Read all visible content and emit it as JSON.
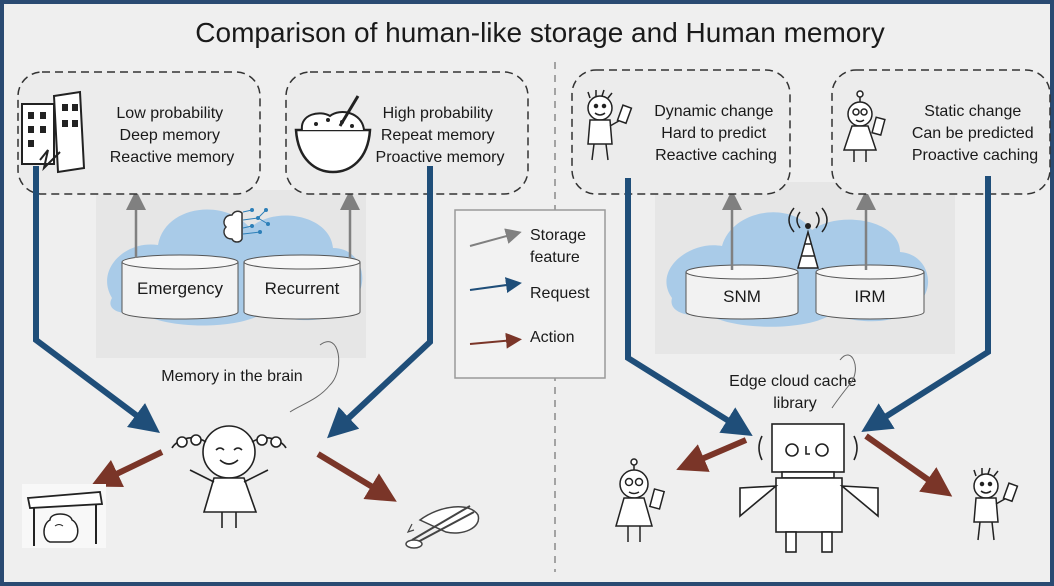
{
  "title": "Comparison of human-like storage and Human memory",
  "left": {
    "box_deep": [
      "Low probability",
      "Deep memory",
      "Reactive memory"
    ],
    "box_repeat": [
      "High probability",
      "Repeat memory",
      "Proactive memory"
    ],
    "cyl_emergency": "Emergency",
    "cyl_recurrent": "Recurrent",
    "cloud_caption": "Memory in the brain"
  },
  "right": {
    "box_dynamic": [
      "Dynamic change",
      "Hard to predict",
      "Reactive caching"
    ],
    "box_static": [
      "Static change",
      "Can be predicted",
      "Proactive caching"
    ],
    "cyl_snm": "SNM",
    "cyl_irm": "IRM",
    "cloud_caption": [
      "Edge cloud cache",
      "library"
    ]
  },
  "legend": {
    "storage": [
      "Storage",
      "feature"
    ],
    "request": "Request",
    "action": "Action"
  },
  "colors": {
    "frame": "#2a4a72",
    "request_arrow": "#1f4e79",
    "action_arrow": "#7a3528",
    "storage_arrow": "#808080",
    "cloud": "#a9cbe8",
    "cylinder": "#f2f2f2"
  }
}
